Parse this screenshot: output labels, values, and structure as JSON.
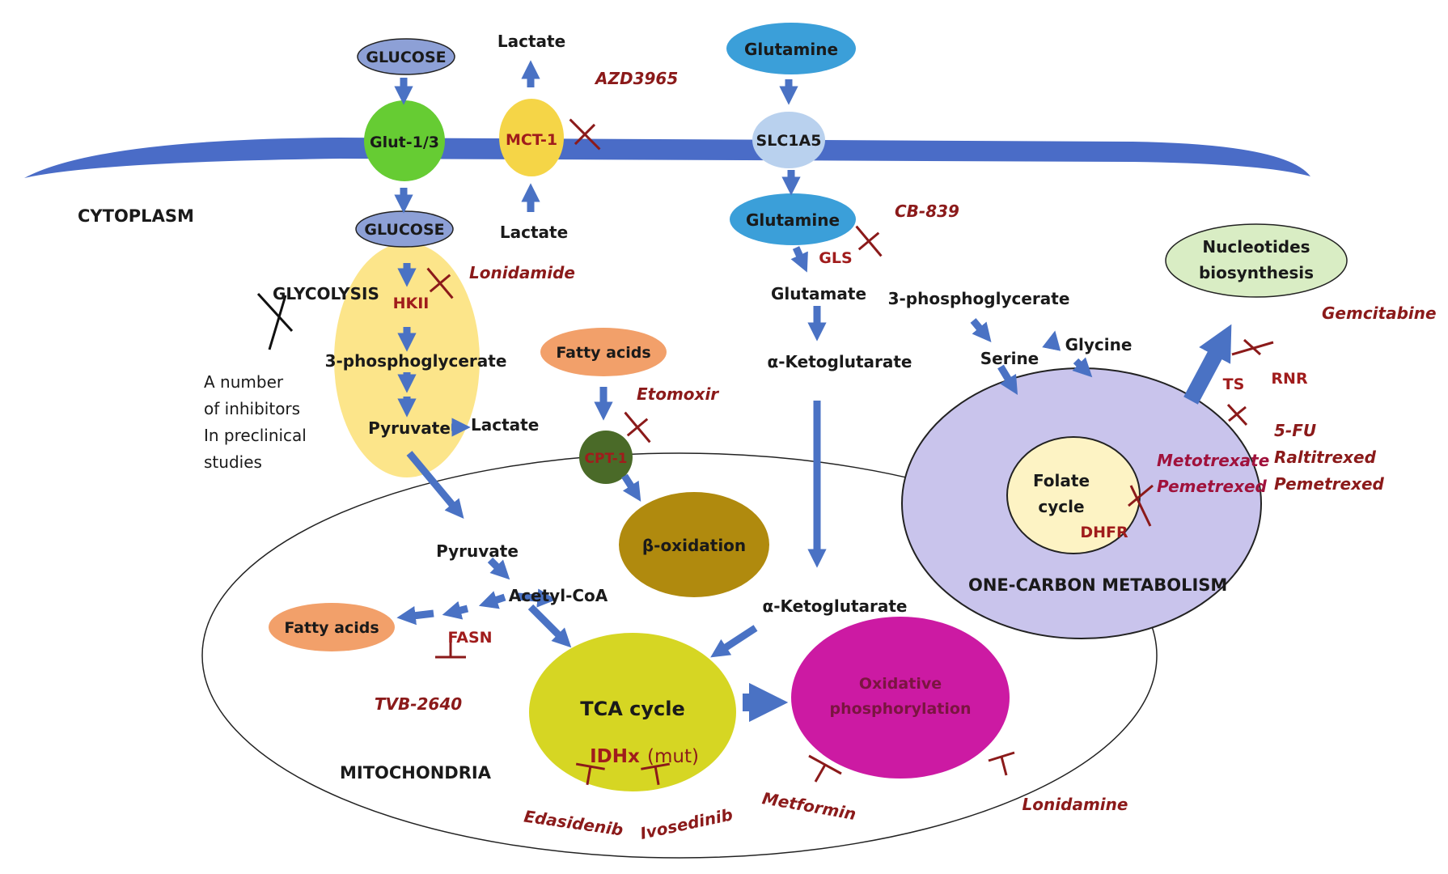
{
  "compartments": {
    "cytoplasm": "CYTOPLASM",
    "mitochondria": "MITOCHONDRIA",
    "one_carbon": "ONE-CARBON METABOLISM"
  },
  "nodes": {
    "glucose_out": "GLUCOSE",
    "glut": "Glut-1/3",
    "glucose_in": "GLUCOSE",
    "lactate_top": "Lactate",
    "mct1": "MCT-1",
    "lactate_in": "Lactate",
    "glutamine_out": "Glutamine",
    "slc1a5": "SLC1A5",
    "glutamine_in": "Glutamine",
    "gls": "GLS",
    "glutamate": "Glutamate",
    "akg_cyto": "α-Ketoglutarate",
    "glycolysis": "GLYCOLYSIS",
    "hkii": "HKII",
    "pg3_glyco": "3-phosphoglycerate",
    "pyruvate_cyto": "Pyruvate",
    "lactate_pyr": "Lactate",
    "fatty_acids_top": "Fatty acids",
    "cpt1": "CPT-1",
    "beta_ox": "β-oxidation",
    "pyruvate_mito": "Pyruvate",
    "acetyl_coa": "Acetyl-CoA",
    "fatty_acids_mito": "Fatty acids",
    "fasn": "FASN",
    "akg_mito": "α-Ketoglutarate",
    "tca": "TCA cycle",
    "idhx": "IDHx",
    "idhx_mut": "(mut)",
    "oxphos_1": "Oxidative",
    "oxphos_2": "phosphorylation",
    "pg3_serine": "3-phosphoglycerate",
    "serine": "Serine",
    "glycine": "Glycine",
    "folate_1": "Folate",
    "folate_2": "cycle",
    "dhfr": "DHFR",
    "nucleotides_1": "Nucleotides",
    "nucleotides_2": "biosynthesis",
    "ts": "TS",
    "rnr": "RNR"
  },
  "inhibitors": {
    "azd3965": "AZD3965",
    "cb839": "CB-839",
    "lonidamide": "Lonidamide",
    "etomoxir": "Etomoxir",
    "tvb2640": "TVB-2640",
    "edasidenib": "Edasidenib",
    "ivosedinib": "Ivosedinib",
    "metformin": "Metformin",
    "lonidamine": "Lonidamine",
    "gemcitabine": "Gemcitabine",
    "fu": "5-FU",
    "raltitrexed": "Raltitrexed",
    "pemetrexed_ts": "Pemetrexed",
    "metotrexate": "Metotrexate",
    "pemetrexed_dhfr": "Pemetrexed"
  },
  "notes": {
    "line1": "A number",
    "line2": "of inhibitors",
    "line3": "In preclinical",
    "line4": "studies"
  },
  "colors": {
    "membrane": "#4a6cc7",
    "arrow": "#4a72c4",
    "glucose": "#8da0d6",
    "glut": "#66cc33",
    "mct1": "#f5d547",
    "glutamine": "#3b9fd9",
    "glycolysis": "#fce58a",
    "fatty_acids": "#f2a06a",
    "cpt1": "#4a6a28",
    "beta_ox": "#b08a0e",
    "tca": "#d6d623",
    "oxphos": "#cc1aa3",
    "one_carbon": "#c9c4ec",
    "folate": "#fdf3c4",
    "nucleotides": "#d9edc4",
    "inhibitor": "#8b1a1a"
  }
}
